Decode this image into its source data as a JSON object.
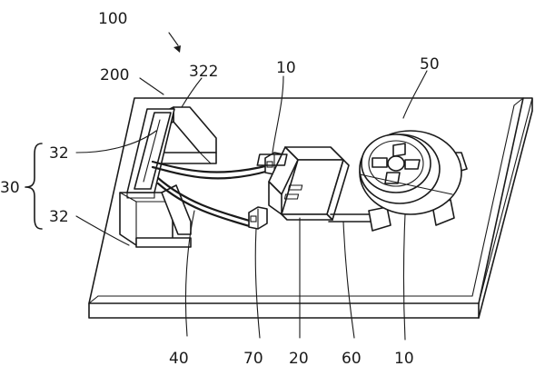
{
  "labels": {
    "assembly": "100",
    "wire_40": "40",
    "label_200": "200",
    "label_322": "322",
    "group_30": "30",
    "part_32_upper": "32",
    "part_32_lower": "32",
    "part_10_top": "10",
    "part_10_bottom": "10",
    "part_50": "50",
    "part_70": "70",
    "part_20": "20",
    "part_60": "60"
  }
}
